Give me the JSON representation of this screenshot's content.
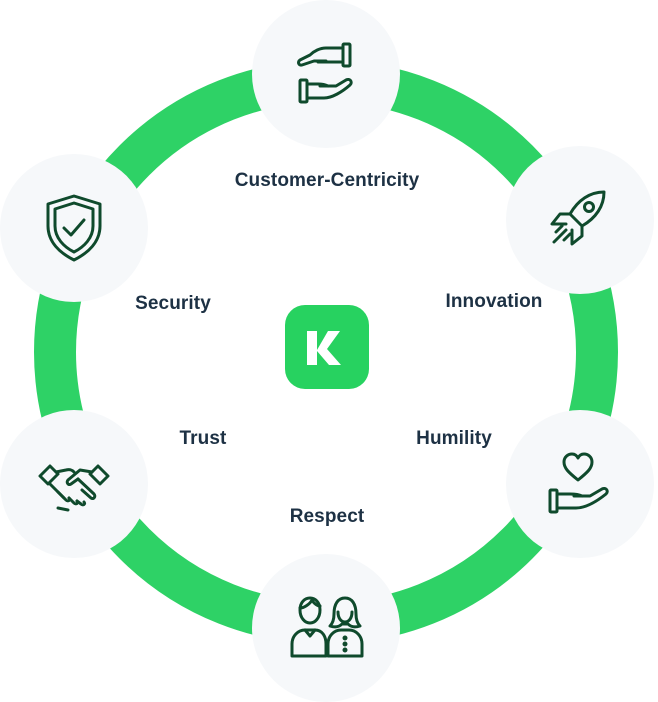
{
  "colors": {
    "ring": "#2ed266",
    "node_bg": "#f6f8fa",
    "icon_stroke": "#0f4a2c",
    "label_text": "#1d3144",
    "logo_bg": "#27d260",
    "logo_mark": "#ffffff"
  },
  "center_logo": {
    "icon": "k-logo-icon"
  },
  "values": [
    {
      "key": "customer_centricity",
      "label": "Customer-Centricity",
      "icon": "hands-giving-icon"
    },
    {
      "key": "innovation",
      "label": "Innovation",
      "icon": "rocket-icon"
    },
    {
      "key": "humility",
      "label": "Humility",
      "icon": "hand-heart-icon"
    },
    {
      "key": "respect",
      "label": "Respect",
      "icon": "two-people-icon"
    },
    {
      "key": "trust",
      "label": "Trust",
      "icon": "handshake-icon"
    },
    {
      "key": "security",
      "label": "Security",
      "icon": "shield-check-icon"
    }
  ]
}
